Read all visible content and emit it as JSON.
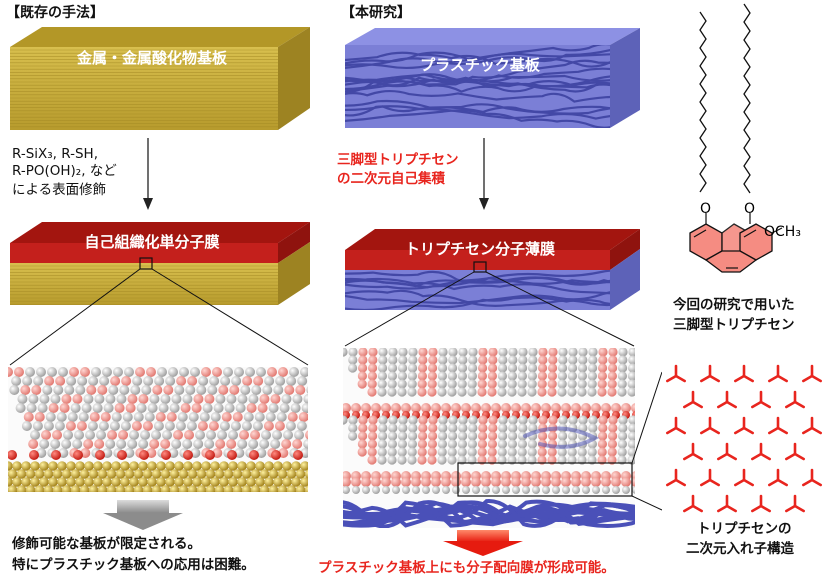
{
  "left": {
    "header": "【既存の手法】",
    "substrate_label": "金属・金属酸化物基板",
    "treatment_lines": [
      "R-SiX₃, R-SH,",
      "R-PO(OH)₂, など",
      "による表面修飾"
    ],
    "film_label": "自己組織化単分子膜",
    "conclusion_lines": [
      "修飾可能な基板が限定される。",
      "特にプラスチック基板への応用は困難。"
    ]
  },
  "center": {
    "header": "【本研究】",
    "substrate_label": "プラスチック基板",
    "treatment_lines": [
      "三脚型トリプチセン",
      "の二次元自己集積"
    ],
    "film_label": "トリプチセン分子薄膜",
    "conclusion": "プラスチック基板上にも分子配向膜が形成可能。"
  },
  "right": {
    "molecule_substituent": "OCH₃",
    "molecule_oxygen": "O",
    "molecule_caption_lines": [
      "今回の研究で用いた",
      "三脚型トリプチセン"
    ],
    "structure_caption_lines": [
      "トリプチセンの",
      "二次元入れ子構造"
    ]
  },
  "colors": {
    "gold_top": "#b59a2a",
    "gold_side": "#c8ac3b",
    "film_red": "#c4201c",
    "plastic_blue": "#7b7fd6",
    "accent_red": "#e8251e",
    "fiber_blue": "#3a3f9e"
  }
}
